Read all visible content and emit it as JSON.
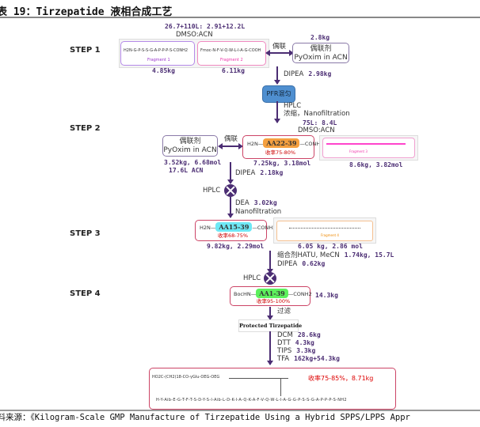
{
  "title": "表 19：Tirzepatide 液相合成工艺",
  "steps": [
    "STEP 1",
    "STEP 2",
    "STEP 3",
    "STEP 4"
  ],
  "step1": {
    "solvent_amt": "26.7+110L: 2.91+12.2L",
    "solvent": "DMSO:ACN",
    "frag1_seq": "H2N-G-P-S-S-G-A-P-P-P-S-CONH2",
    "frag1_label": "Fragment 1",
    "frag2_seq": "Fmoc-N-F-V-Q-W-L-I-A-G-COOH",
    "frag2_label": "Fragment 2",
    "frag1_mass": "4.85kg",
    "frag2_mass": "6.11kg",
    "couple": "偶联",
    "reagent_amt": "2.8kg",
    "reagent_title": "偶联剂",
    "reagent_name": "PyOxim in ACN",
    "dipea": "DIPEA",
    "dipea_amt": "2.98kg",
    "pfr": "PFR混匀",
    "hplc": "HPLC",
    "conc": "浓缩，Nanofiltration"
  },
  "step2": {
    "solvent_amt": "75L: 8.4L",
    "solvent": "DMSO:ACN",
    "reagent_title": "偶联剂",
    "reagent_name": "PyOxim in ACN",
    "couple": "偶联",
    "h2n": "H2N",
    "chip": "AA22-39",
    "conh2": "CONH2",
    "yield": "收率75-80%",
    "frag_label": "Fragment 3",
    "reagent_amt1": "3.52kg, 6.68mol",
    "reagent_amt2": "17.6L ACN",
    "product_amt": "7.25kg, 3.18mol",
    "frag_amt": "8.6kg, 3.82mol",
    "dipea": "DIPEA",
    "dipea_amt": "2.18kg",
    "hplc": "HPLC",
    "dea": "DEA",
    "dea_amt": "3.02kg",
    "nano": "Nanofiltration"
  },
  "step3": {
    "h2n": "H2N",
    "chip": "AA15-39",
    "conh2": "CONH2",
    "yield": "收率68-75%",
    "product_amt": "9.82kg, 2.29mol",
    "frag_label": "Fragment 4",
    "frag_amt": "6.05 kg, 2.86 mol",
    "hatu": "缩合剂HATU, MeCN",
    "hatu_amt": "1.74kg, 15.7L",
    "dipea": "DIPEA",
    "dipea_amt": "0.62kg",
    "hplc": "HPLC"
  },
  "step4": {
    "boc": "BocHN",
    "chip": "AA1-39",
    "conh2": "CONH2",
    "yield": "收率95-100%",
    "mass": "14.3kg",
    "filter": "过滤",
    "protected": "Protected Tirzepatide",
    "reagents": [
      {
        "name": "DCM",
        "amt": "28.6kg"
      },
      {
        "name": "DTT",
        "amt": "4.3kg"
      },
      {
        "name": "TIPS",
        "amt": "3.3kg"
      },
      {
        "name": "TFA",
        "amt": "162kg+54.3kg"
      }
    ]
  },
  "final": {
    "seq": "H-Y-Aib-E-G-T-F-T-S-D-Y-S-I-Aib-L-D-K-I-A-Q-K-A-F-V-Q-W-L-I-A-G-G-P-S-S-G-A-P-P-P-S-NH2",
    "sidechain": "HO2C-(CH2)18-CO-γGlu-OEG-OEG",
    "yield": "收率75-85%，8.71kg"
  },
  "source": "资料来源：《Kilogram-Scale GMP Manufacture of Tirzepatide Using a Hybrid SPPS/LPPS Appr"
}
